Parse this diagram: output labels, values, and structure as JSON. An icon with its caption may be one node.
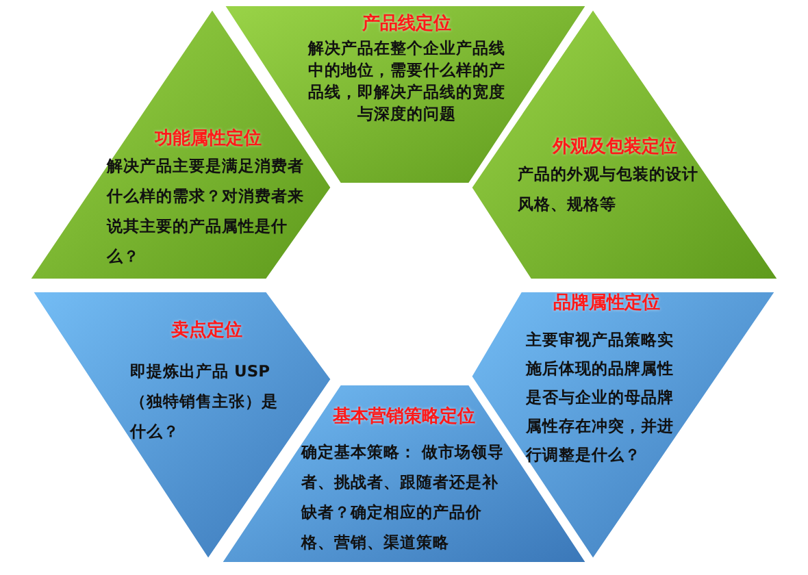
{
  "diagram": {
    "nodes": [
      {
        "text": [
          "产品线定位",
          "解决产品在整个企业产品线中的地位，需要什么样的产品线，即解决产品线的宽度与深度的问题"
        ]
      },
      {
        "text": [
          "功能属性定位",
          "解决产品主要是满足消费者什么样的需求？对消费者来说其主要的产品属性是什么？"
        ]
      },
      {
        "text": [
          "外观及包装定位",
          "产品的外观与包装的设计风格、规格等"
        ]
      },
      {
        "text": [
          "卖点定位",
          "即提炼出产品 USP（独特销售主张）是什么？"
        ]
      },
      {
        "text": [
          "品牌属性定位",
          "主要审视产品策略实施后体现的品牌属性是否与企业的母品牌属性存在冲突，并进行调整是什么？"
        ]
      },
      {
        "text": [
          "基本营销策略定位",
          "确定基本策略： 做市场领导者、挑战者、跟随者还是补缺者？确定相应的产品价格、营销、渠道策略"
        ]
      }
    ]
  }
}
